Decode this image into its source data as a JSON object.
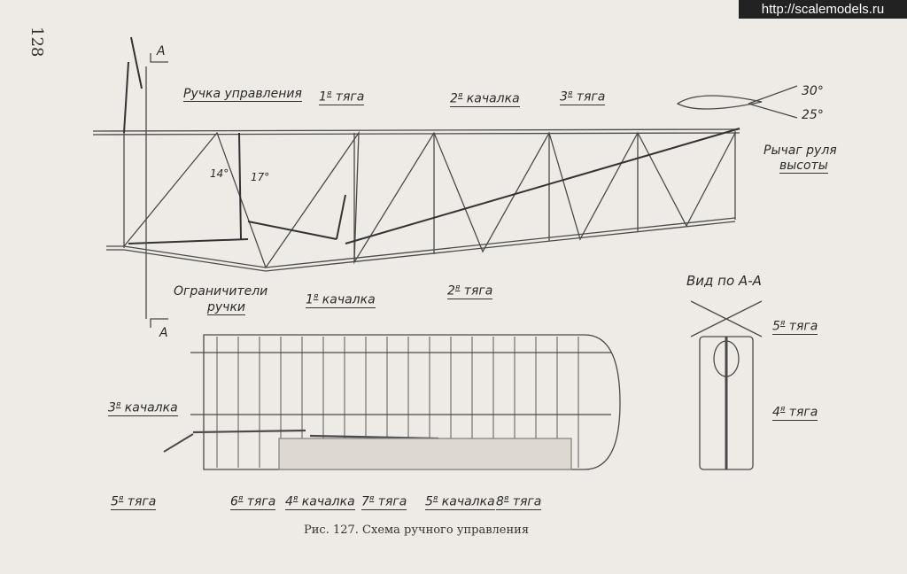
{
  "page_number": "128",
  "watermark": "http://scalemodels.ru",
  "caption": "Рис. 127. Схема ручного управления",
  "labels": {
    "stick": "Ручка управления",
    "rod1_num": "1",
    "rod1": "тяга",
    "bell2_num": "2",
    "bell2": "качалка",
    "rod3_num": "3",
    "rod3": "тяга",
    "angle_up": "30°",
    "angle_down": "25°",
    "elevator_horn_1": "Рычаг руля",
    "elevator_horn_2": "высоты",
    "angle_fwd": "14°",
    "angle_aft": "17°",
    "section_top": "A",
    "section_bottom": "A",
    "limiters_1": "Ограничители",
    "limiters_2": "ручки",
    "bell1_num": "1",
    "bell1": "качалка",
    "rod2_num": "2",
    "rod2": "тяга",
    "view_aa": "Вид по А-А",
    "rod5a_num": "5",
    "rod5a": "тяга",
    "rod4_num": "4",
    "rod4": "тяга",
    "bell3_num": "3",
    "bell3": "качалка",
    "rod5b_num": "5",
    "rod5b": "тяга",
    "rod6_num": "6",
    "rod6": "тяга",
    "bell4_num": "4",
    "bell4": "качалка",
    "rod7_num": "7",
    "rod7": "тяга",
    "bell5_num": "5",
    "bell5": "качалка",
    "rod8_num": "8",
    "rod8": "тяга",
    "ordinal_suffix": "я"
  }
}
